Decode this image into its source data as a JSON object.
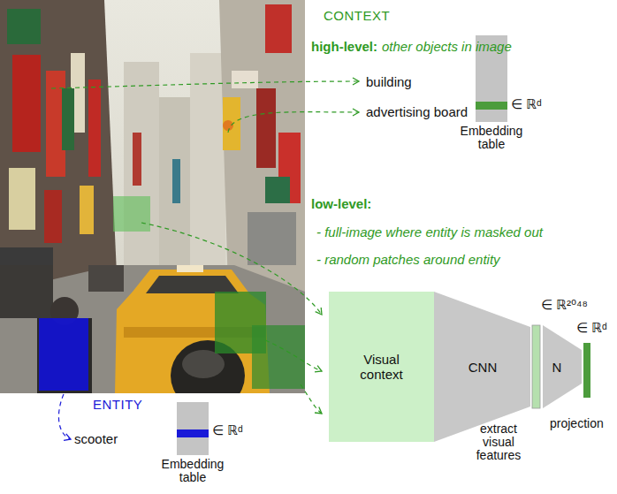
{
  "diagram": {
    "nodes": [
      {
        "text": [
          "Embedding table"
        ]
      },
      {
        "text": [
          "Visual context"
        ]
      },
      {
        "text": [
          "CNN"
        ]
      },
      {
        "text": [
          "N"
        ]
      },
      {
        "text": [
          "Embedding table"
        ]
      }
    ],
    "labels": [
      "CONTEXT",
      "high-level:",
      "other objects in image",
      "building",
      "advertising board",
      "∈ ℝᵈ",
      "low-level:",
      "- full-image where entity is masked out",
      "- random patches around entity",
      "∈ ℝ²⁰⁴⁸",
      "∈ ℝᵈ",
      "extract visual features",
      "projection",
      "ENTITY",
      "scooter",
      "∈ ℝᵈ"
    ]
  }
}
